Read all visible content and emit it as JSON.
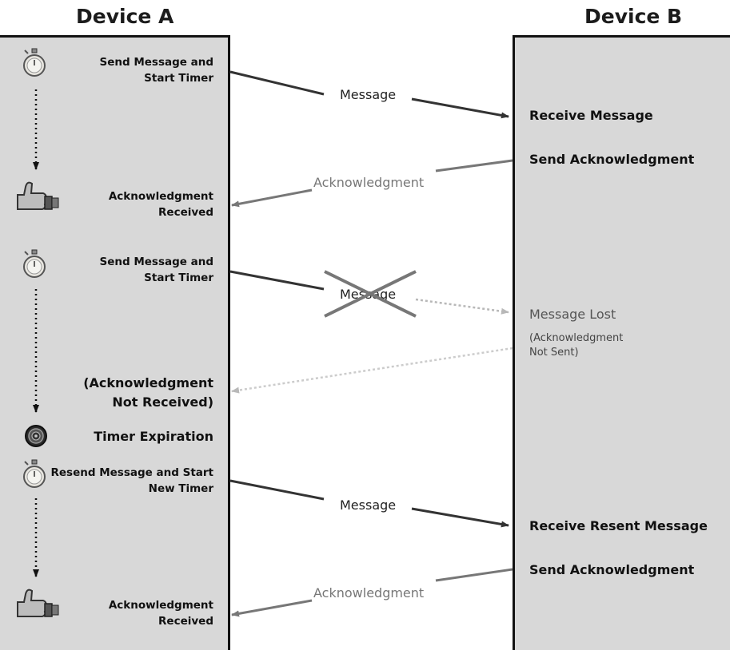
{
  "devices": {
    "a": "Device A",
    "b": "Device B"
  },
  "device_a_labels": {
    "send1": [
      "Send Message and",
      "Start Timer"
    ],
    "ack1": [
      "Acknowledgment",
      "Received"
    ],
    "send2": [
      "Send Message and",
      "Start Timer"
    ],
    "not_received": [
      "(Acknowledgment",
      "Not Received)"
    ],
    "timer_expiration": "Timer Expiration",
    "resend": [
      "Resend Message and Start",
      "New Timer"
    ],
    "ack2": [
      "Acknowledgment",
      "Received"
    ]
  },
  "device_b_labels": {
    "receive1": "Receive Message",
    "send_ack1": "Send Acknowledgment",
    "lost": "Message Lost",
    "ack_not_sent": [
      "(Acknowledgment",
      "Not Sent)"
    ],
    "receive_resent": "Receive Resent Message",
    "send_ack2": "Send Acknowledgment"
  },
  "arrows": {
    "message1": "Message",
    "ack1": "Acknowledgment",
    "message2": "Message",
    "message3": "Message",
    "ack2": "Acknowledgment"
  },
  "icons": [
    "stopwatch-icon",
    "thumbs-up-icon",
    "stopwatch-icon",
    "timer-expired-icon",
    "stopwatch-icon",
    "thumbs-up-icon"
  ],
  "colors": {
    "lane_fill": "#d8d8d8",
    "message_arrow": "#333333",
    "ack_arrow": "#777777",
    "lost_arrow": "#b8b8b8"
  }
}
